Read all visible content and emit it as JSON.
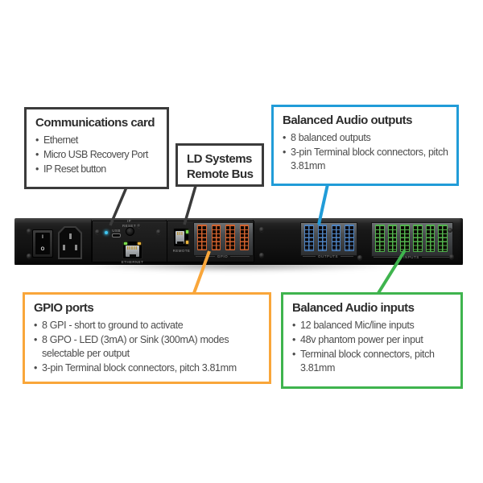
{
  "colors": {
    "accent-dark": "#3b3b3b",
    "accent-blue": "#219cd8",
    "accent-orange": "#f9a63a",
    "accent-green": "#3fb44e",
    "led-blue": "#3fc6f2",
    "led-green": "#7ade4a",
    "led-amber": "#e9b33c"
  },
  "callouts": {
    "communications": {
      "title": "Communications card",
      "bullets": [
        "Ethernet",
        "Micro USB Recovery Port",
        "IP Reset button"
      ]
    },
    "remote_bus": {
      "line1": "LD Systems",
      "line2": "Remote Bus"
    },
    "audio_outputs": {
      "title": "Balanced Audio outputs",
      "bullets": [
        "8 balanced outputs",
        "3-pin Terminal block connectors, pitch 3.81mm"
      ]
    },
    "gpio": {
      "title": "GPIO ports",
      "bullets": [
        "8 GPI - short to ground to activate",
        "8 GPO - LED (3mA) or Sink (300mA) modes selectable per output",
        "3-pin Terminal block connectors, pitch 3.81mm"
      ]
    },
    "audio_inputs": {
      "title": "Balanced Audio inputs",
      "bullets": [
        "12 balanced Mic/line inputs",
        "48v phantom power per input",
        "Terminal block connectors, pitch 3.81mm"
      ]
    }
  },
  "panel": {
    "labels": {
      "power_on": "I",
      "power_off": "O",
      "usb": "USB",
      "ip_reset": "IP RESET",
      "ethernet": "ETHERNET",
      "remote": "REMOTE",
      "gpio": "GPIO",
      "outputs": "OUTPUTS",
      "inputs": "INPUTS"
    },
    "connector_groups": {
      "gpio": {
        "count": 4,
        "color": "#d2622e"
      },
      "outputs": {
        "count": 4,
        "color": "#4d83c2"
      },
      "inputs": {
        "count": 6,
        "color": "#52b44e"
      }
    }
  }
}
